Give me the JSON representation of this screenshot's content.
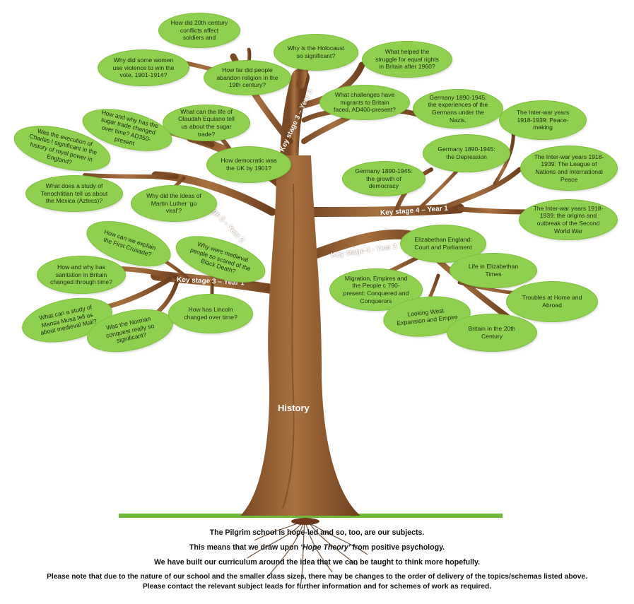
{
  "trunk_label": "History",
  "branch_labels": {
    "ks3_y1": "Key stage 3 – Year 1",
    "ks3_y2": "Key stage 3 – Year 2",
    "ks3_y3": "Key stage 3 – Year 3",
    "ks4_y1": "Key stage 4 – Year 1",
    "ks4_y2": "Key stage 4 - Year 2"
  },
  "leaves": {
    "q20th": "How did 20th century conflicts affect soldiers and",
    "women": "Why did some women use violence to win the vote, 1901-1914?",
    "religion": "How far did people abandon religion in the 19th century?",
    "holocaust": "Why is the Holocaust so significant?",
    "equal": "What helped the struggle for equal rights in Britain after 1960?",
    "migrants": "What challenges have migrants to Britain faced, AD400-present?",
    "equiano": "What can the life of Olaudah Equiano tell us about the sugar trade?",
    "sugar": "How and why has the sugar trade changed over time? AD350-present",
    "charles": "Was the execution of Charles I significant in the history of royal power in England?",
    "democratic": "How democratic was the UK by 1901?",
    "tenochtitlan": "What does a study of Tenochtitlan tell us about the Mexica (Aztecs)?",
    "luther": "Why did the ideas of Martin Luther ‘go viral’?",
    "crusade": "How can we explain the First Crusade?",
    "blackdeath": "Why were medieval people so scared of the Black Death?",
    "sanitation": "How and why has sanitation in Britain changed through time?",
    "mansa": "What can a study of Mansa Musa tell us about medieval Mali?",
    "norman": "Was the Norman conquest really so significant?",
    "lincoln": "How has Lincoln changed over time?",
    "g_experience": "Germany 1890-1945: the experiences of the Germans under the Nazis.",
    "interwar_peace": "The Inter-war years 1918-1939: Peace-making",
    "g_depression": "Germany 1890-1945: the Depression",
    "g_democracy": "Germany 1890-1945: the growth of democracy",
    "league": "The Inter-war years 1918-1939: The League of Nations and International Peace",
    "origins": "The Inter-war years 1918-1939: the origins and outbreak of the Second World War",
    "elizabethan": "Elizabethan England: Court and Parliament",
    "life_eliz": "Life in Elizabethan Times",
    "migration": "Migration, Empires and the People c 790-present: Conquered and Conquerors",
    "troubles": "Troubles at Home and Abroad",
    "looking_west": "Looking West. Expansion and Empire",
    "britain20": "Britain in the 20th Century"
  },
  "notes": {
    "line1": "The Pilgrim school is hope-led and so, too, are our subjects.",
    "line2_before": "This means that we draw upon ",
    "line2_italic": "‘Hope Theory’",
    "line2_after": " from positive psychology.",
    "line3": "We have built our curriculum around the idea that we can be taught to think more hopefully.",
    "line4": "Please note that due to the nature of our school and the smaller class sizes, there may be changes to the order of delivery of the topics/schemas listed above. Please contact the relevant subject leads for further information and for schemes of work as required."
  }
}
